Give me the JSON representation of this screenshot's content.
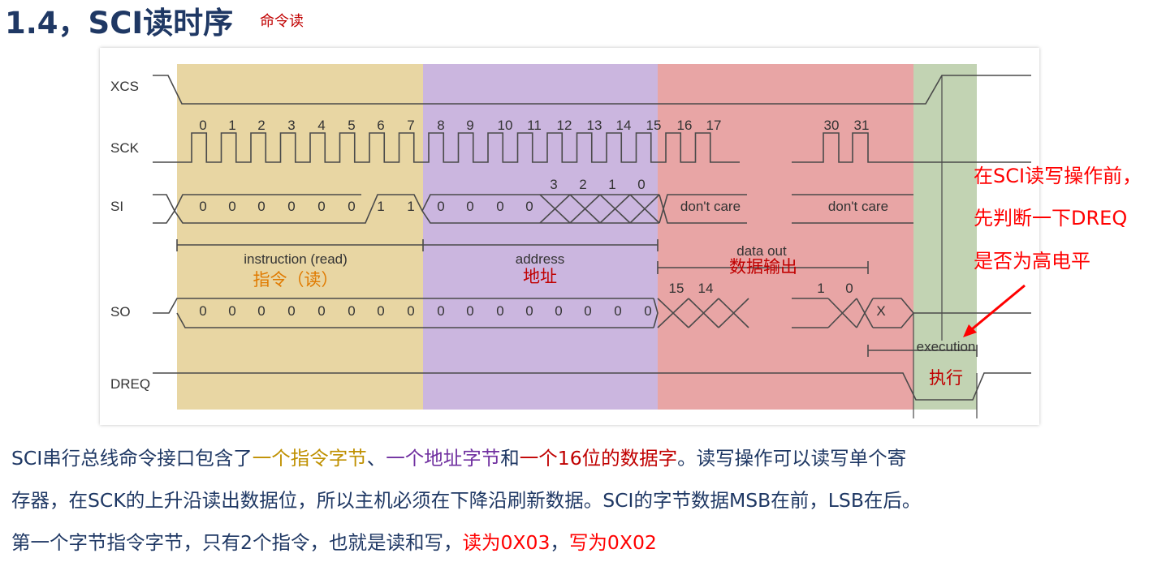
{
  "header": {
    "title": "1.4，SCI读时序",
    "subtitle": "命令读"
  },
  "diagram": {
    "signals": {
      "xcs": "XCS",
      "sck": "SCK",
      "si": "SI",
      "so": "SO",
      "dreq": "DREQ"
    },
    "sck_numbers": [
      "0",
      "1",
      "2",
      "3",
      "4",
      "5",
      "6",
      "7",
      "8",
      "9",
      "10",
      "11",
      "12",
      "13",
      "14",
      "15",
      "16",
      "17",
      "30",
      "31"
    ],
    "si_bits": [
      "0",
      "0",
      "0",
      "0",
      "0",
      "0",
      "1",
      "1",
      "0",
      "0",
      "0",
      "0"
    ],
    "si_addr_bits": [
      "3",
      "2",
      "1",
      "0"
    ],
    "si_dont_care": "don't care",
    "so_bits": [
      "0",
      "0",
      "0",
      "0",
      "0",
      "0",
      "0",
      "0",
      "0",
      "0",
      "0",
      "0",
      "0",
      "0",
      "0",
      "0"
    ],
    "so_high_bits": [
      "15",
      "14"
    ],
    "so_low_bits": [
      "1",
      "0"
    ],
    "so_x": "X",
    "labels": {
      "instruction": "instruction (read)",
      "instruction_cn": "指令（读）",
      "address": "address",
      "address_cn": "地址",
      "data_out": "data out",
      "data_out_cn": "数据输出",
      "execution": "execution",
      "execution_cn": "执行"
    },
    "note_lines": [
      "在SCI读写操作前，",
      "先判断一下DREQ",
      "是否为高电平"
    ],
    "colors": {
      "instruction": "#e8d6a3",
      "address": "#cbb6df",
      "data": "#e8a5a5",
      "execution": "#c2d3b3",
      "line": "#4a4a4a",
      "accent_red": "#ff0000"
    }
  },
  "description": {
    "line1": {
      "a": "SCI串行总线命令接口包含了",
      "b": "一个指令字节",
      "c": "、",
      "d": "一个地址字节",
      "e": "和",
      "f": "一个16位的数据字",
      "g": "。读写操作可以读写单个寄"
    },
    "line2": "存器，在SCK的上升沿读出数据位，所以主机必须在下降沿刷新数据。SCI的字节数据MSB在前，LSB在后。",
    "line3": {
      "a": "第一个字节指令字节，只有2个指令，也就是读和写，",
      "b": "读为0X03",
      "c": "，",
      "d": "写为0X02"
    }
  }
}
